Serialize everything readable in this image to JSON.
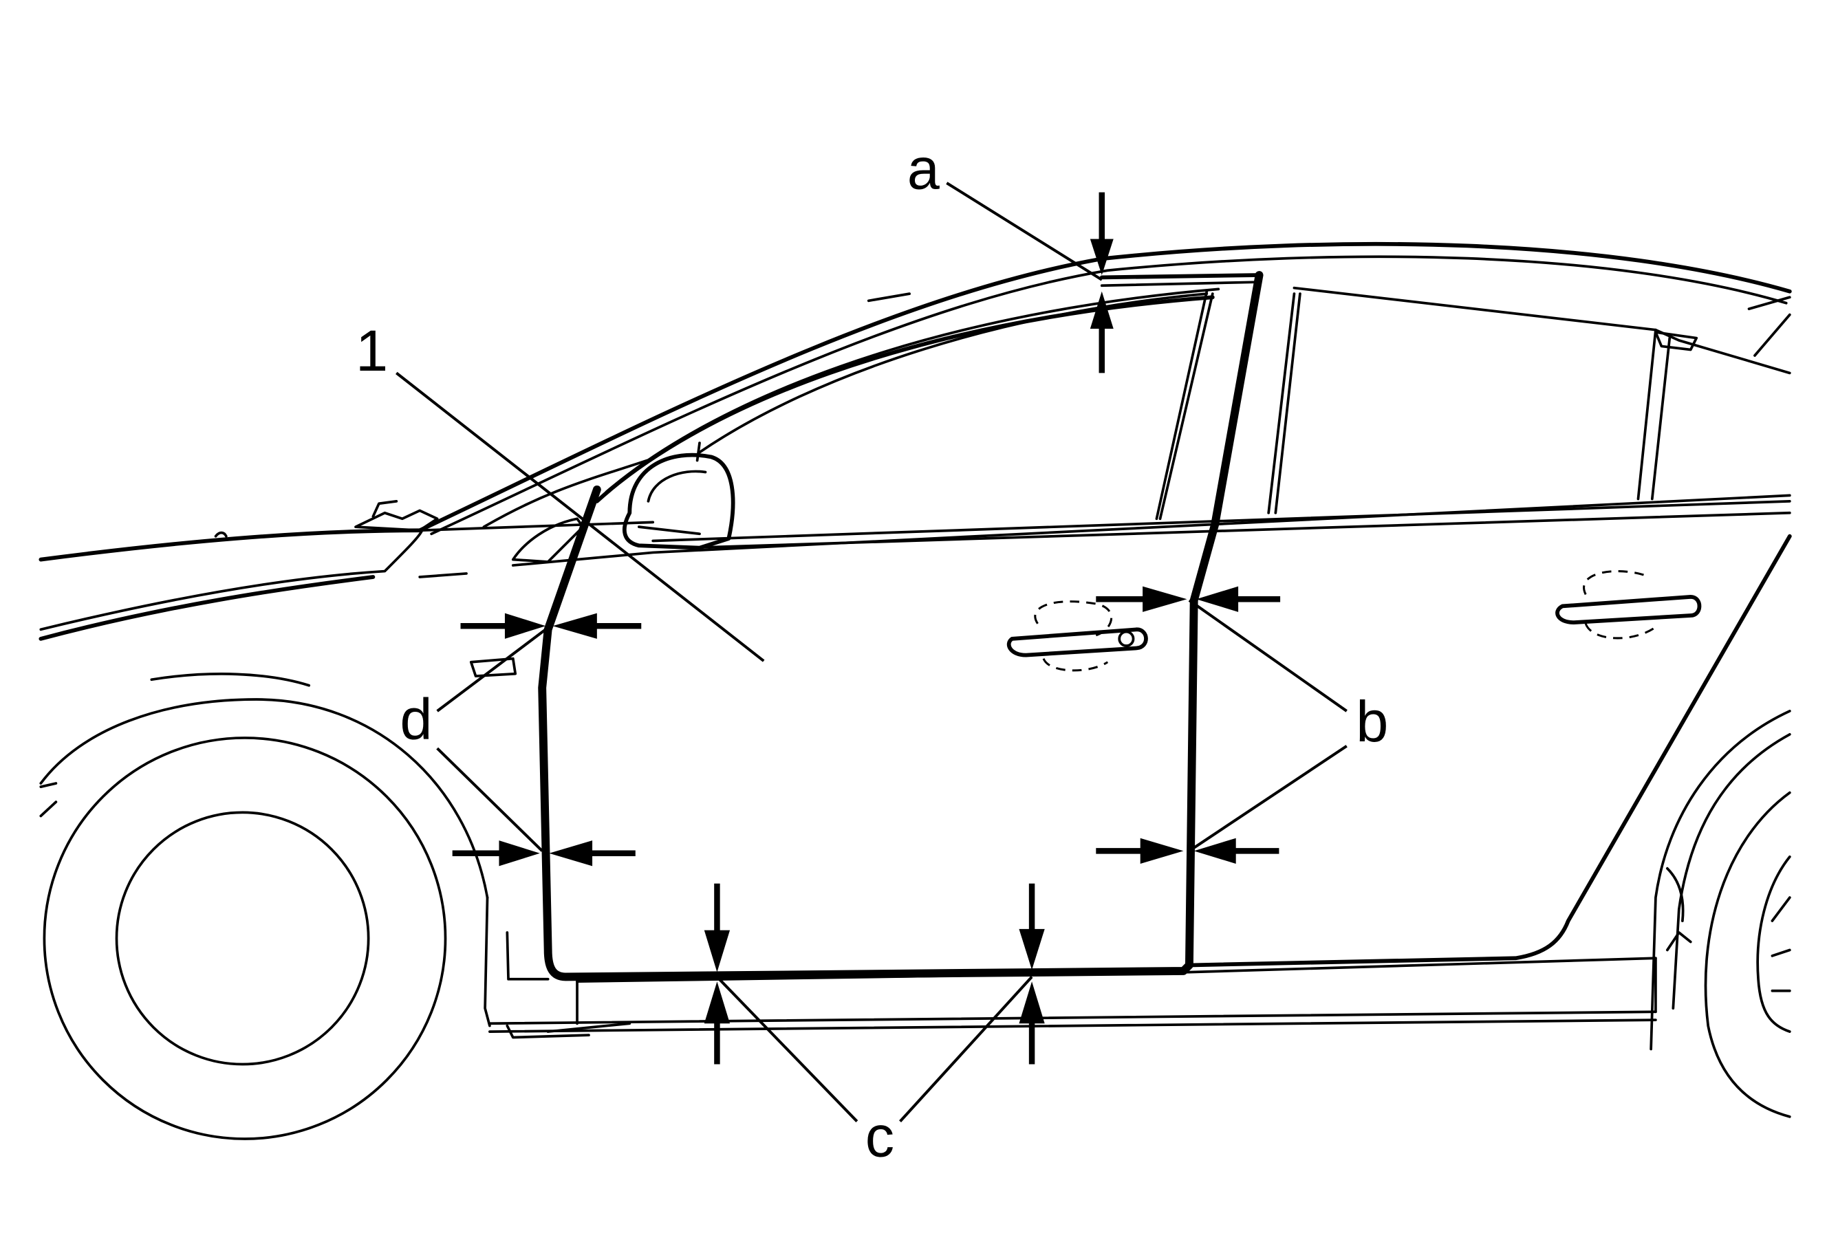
{
  "callouts": {
    "part_1": "1",
    "a": "a",
    "b": "b",
    "c": "c",
    "d": "d"
  }
}
